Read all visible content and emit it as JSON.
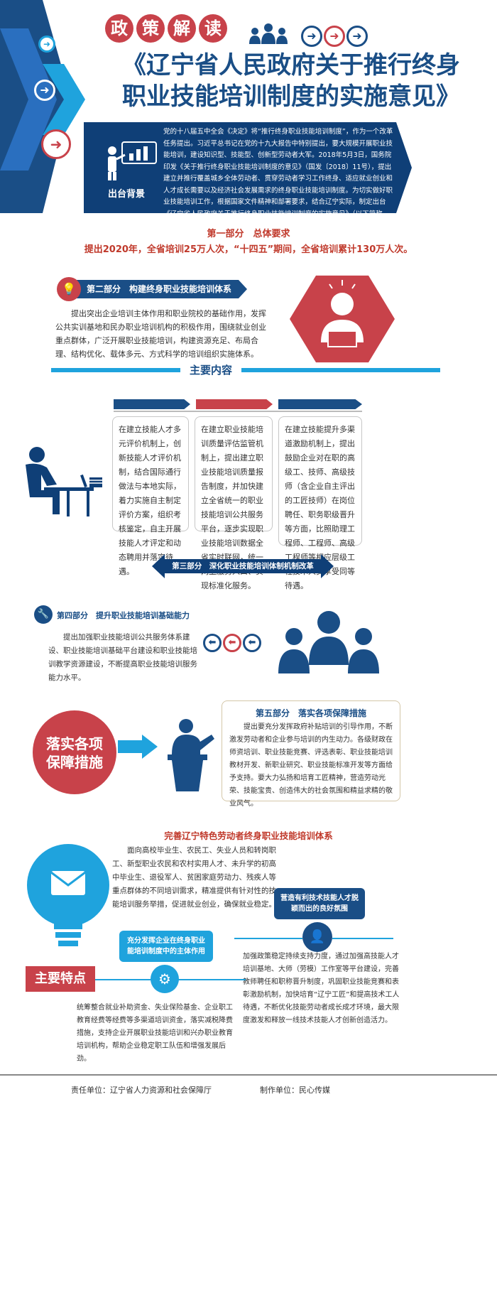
{
  "header": {
    "badge_chars": [
      "政",
      "策",
      "解",
      "读"
    ],
    "title_line1": "《辽宁省人民政府关于推行终身",
    "title_line2": "职业技能培训制度的实施意见》"
  },
  "background": {
    "label": "出台背景",
    "text": "党的十八届五中全会《决定》将“推行终身职业技能培训制度”，作为一个改革任务提出。习近平总书记在党的十九大报告中特别提出，要大规模开展职业技能培训，建设知识型、技能型、创新型劳动者大军。2018年5月3日，国务院印发《关于推行终身职业技能培训制度的意见》（国发〔2018〕11号），提出建立并推行覆盖城乡全体劳动者、贯穿劳动者学习工作终身、适应就业创业和人才成长需要以及经济社会发展需求的终身职业技能培训制度。为切实做好职业技能培训工作，根据国家文件精神和部署要求，结合辽宁实际，制定出台《辽宁省人民政府关于推行终身职业技能培训制度的实施意见》（以下简称《实施意见》）。"
  },
  "part1": {
    "title": "第一部分　总体要求",
    "text": "提出2020年，全省培训25万人次，“十四五”期间，全省培训累计130万人次。"
  },
  "part2": {
    "title": "第二部分　构建终身职业技能培训体系",
    "text": "提出突出企业培训主体作用和职业院校的基础作用，发挥公共实训基地和民办职业培训机构的积极作用，围绕就业创业重点群体，广泛开展职业技能培训，构建资源充足、布局合理、结构优化、载体多元、方式科学的培训组织实施体系。"
  },
  "main_content": {
    "title": "主要内容",
    "cards": [
      "在建立技能人才多元评价机制上，创新技能人才评价机制，结合国际通行做法与本地实际，着力实施自主制定评价方案，组织考核鉴定，自主开展技能人才评定和动态聘用并落实待遇。",
      "在建立职业技能培训质量评估监管机制上，提出建立职业技能培训质量报告制度，并加快建立全省统一的职业技能培训公共服务平台，逐步实现职业技能培训数据全省实时联网，统一网上服务入口、实现标准化服务。",
      "在建立技能提升多渠道激励机制上，提出鼓励企业对在职的高级工、技师、高级技师（含企业自主评出的工匠技师）在岗位聘任、职务职级晋升等方面，比照助理工程师、工程师、高级工程师等相应层级工程技术人员享受同等待遇。"
    ]
  },
  "part3": {
    "title": "第三部分　深化职业技能培训体制机制改革"
  },
  "part4": {
    "title": "第四部分　提升职业技能培训基础能力",
    "text": "提出加强职业技能培训公共服务体系建设、职业技能培训基础平台建设和职业技能培训教学资源建设，不断提高职业技能培训服务能力水平。"
  },
  "part5": {
    "badge_line1": "落实各项",
    "badge_line2": "保障措施",
    "title": "第五部分　落实各项保障措施",
    "text": "提出要充分发挥政府补贴培训的引导作用，不断激发劳动者和企业参与培训的内生动力。各级财政在师资培训、职业技能竞赛、评选表彰、职业技能培训教材开发、新职业研究、职业技能标准开发等方面给予支持。要大力弘扬和培育工匠精神，营造劳动光荣、技能宝贵、创造伟大的社会氛围和精益求精的敬业风气。"
  },
  "features": {
    "heading": "完善辽宁特色劳动者终身职业技能培训体系",
    "text1": "面向高校毕业生、农民工、失业人员和转岗职工、新型职业农民和农村实用人才、未升学的初高中毕业生、退役军人、贫困家庭劳动力、残疾人等重点群体的不同培训需求，精准提供有针对性的技能培训服务举措，促进就业创业，确保就业稳定。",
    "bubble1": "营造有利技术技能人才脱颖而出的良好氛围",
    "bubble2": "充分发挥企业在终身职业能培训制度中的主体作用",
    "text2": "加强政策稳定持续支持力度，通过加强高技能人才培训基地、大师（劳模）工作室等平台建设，完善教师聘任和职称晋升制度，巩固职业技能竞赛和表彰激励机制，加快培育“辽宁工匠”和提高技术工人待遇，不断优化技能劳动者成长成才环境，最大限度激发和释放一线技术技能人才创新创造活力。",
    "label": "主要特点",
    "text3": "统筹整合就业补助资金、失业保险基金、企业职工教育经费等经费等多渠道培训资金，落实减税降费措施，支持企业开展职业技能培训和兴办职业教育培训机构，帮助企业稳定职工队伍和增强发展后劲。"
  },
  "footer": {
    "responsible": "责任单位：辽宁省人力资源和社会保障厅",
    "producer": "制作单位：民心传媒"
  },
  "colors": {
    "navy": "#0f3f77",
    "blue": "#1a4e86",
    "red": "#c8424a",
    "cyan": "#1fa3dd"
  }
}
